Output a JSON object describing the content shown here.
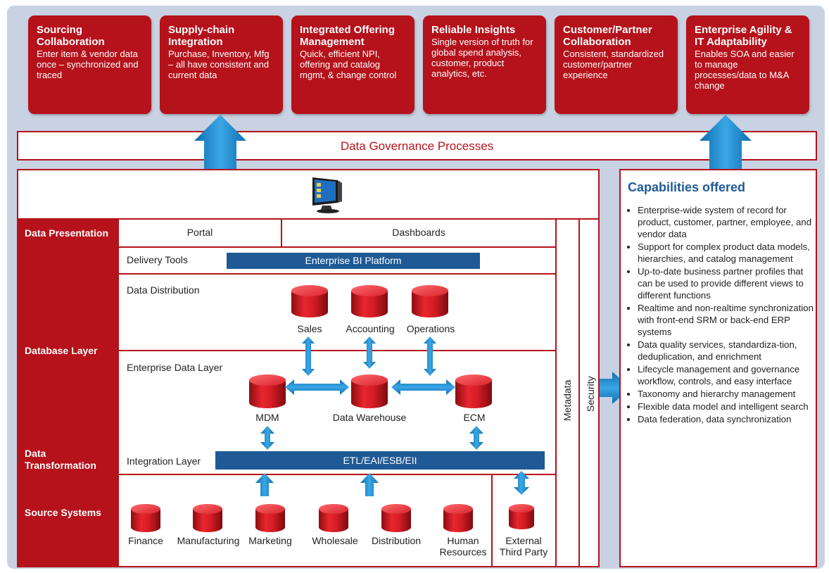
{
  "colors": {
    "brand_red": "#b5121b",
    "bar_blue": "#1f5a96",
    "arrow_blue": "#2a8ed0",
    "frame_bg": "#c9d2e2"
  },
  "top_boxes": [
    {
      "title": "Sourcing Collaboration",
      "desc": "Enter item & vendor data once – synchronized and traced"
    },
    {
      "title": "Supply-chain Integration",
      "desc": "Purchase, Inventory, Mfg – all have consistent and current data"
    },
    {
      "title": "Integrated Offering Management",
      "desc": "Quick, efficient NPI, offering and catalog mgmt, & change control"
    },
    {
      "title": "Reliable Insights",
      "desc": "Single version of truth for global spend analysis, customer, product analytics, etc."
    },
    {
      "title": "Customer/Partner Collaboration",
      "desc": "Consistent, standardized customer/partner experience"
    },
    {
      "title": "Enterprise Agility & IT Adaptability",
      "desc": "Enables SOA and easier to manage processes/data to M&A change"
    }
  ],
  "governance": "Data Governance Processes",
  "layers": {
    "presentation": "Data Presentation",
    "database": "Database Layer",
    "transformation": "Data Transformation",
    "sources": "Source Systems"
  },
  "presentation": {
    "portal": "Portal",
    "dashboards": "Dashboards"
  },
  "delivery": {
    "label": "Delivery Tools",
    "platform": "Enterprise BI Platform"
  },
  "distribution": {
    "label": "Data Distribution",
    "marts": [
      "Sales",
      "Accounting",
      "Operations"
    ]
  },
  "enterprise": {
    "label": "Enterprise Data Layer",
    "mdm": "MDM",
    "dw": "Data Warehouse",
    "ecm": "ECM"
  },
  "integration": {
    "label": "Integration Layer",
    "bar": "ETL/EAI/ESB/EII"
  },
  "sources": {
    "items": [
      "Finance",
      "Manufacturing",
      "Marketing",
      "Wholesale",
      "Distribution",
      "Human Resources"
    ],
    "external": "External Third Party"
  },
  "side": {
    "metadata": "Metadata",
    "security": "Security"
  },
  "capabilities": {
    "title": "Capabilities offered",
    "items": [
      "Enterprise-wide system of record for product, customer, partner, employee, and vendor data",
      "Support for complex product data models, hierarchies, and catalog management",
      "Up-to-date business partner profiles that can be used to provide different views to different functions",
      "Realtime and non-realtime synchronization with front-end SRM or back-end ERP systems",
      "Data quality services, standardiza-tion, deduplication, and enrichment",
      "Lifecycle management and governance workflow, controls, and easy interface",
      "Taxonomy and hierarchy management",
      "Flexible data model and intelligent search",
      "Data federation, data synchronization"
    ]
  }
}
